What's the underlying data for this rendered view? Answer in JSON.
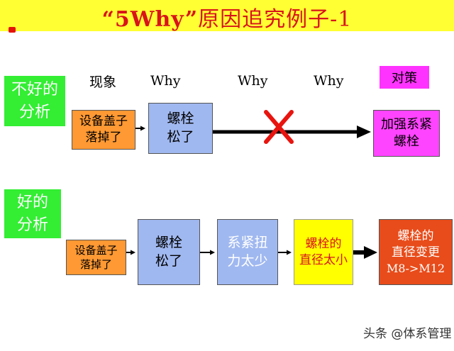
{
  "title": {
    "quoted": "“5Why”",
    "rest": "原因追究例子-1"
  },
  "headers": {
    "phenomenon": "现象",
    "why1": "Why",
    "why2": "Why",
    "why3": "Why",
    "countermeasure": "对策"
  },
  "bad": {
    "label_line1": "不好的",
    "label_line2": "分析",
    "phenomenon": [
      "设备盖子",
      "落掉了"
    ],
    "why1": [
      "螺栓",
      "松了"
    ],
    "countermeasure": [
      "加强系紧",
      "螺栓"
    ]
  },
  "good": {
    "label_line1": "好的",
    "label_line2": "分析",
    "phenomenon": [
      "设备盖子",
      "落掉了"
    ],
    "why1": [
      "螺栓",
      "松了"
    ],
    "why2": [
      "系紧扭",
      "力太少"
    ],
    "why3": [
      "螺栓的",
      "直径太小"
    ],
    "countermeasure": [
      "螺栓的",
      "直径变更",
      "M8->M12"
    ]
  },
  "watermark": "头条 @体系管理",
  "colors": {
    "title_bar": "#ffff33",
    "title_text": "#d8141b",
    "label_green": "#33ee33",
    "phenomenon_orange": "#ff9933",
    "why_blue": "#a0b8f0",
    "countermeasure_pink": "#ff44ff",
    "why_yellow": "#ffff00",
    "final_red": "#e84c1a",
    "cross_red": "#e8140f"
  }
}
